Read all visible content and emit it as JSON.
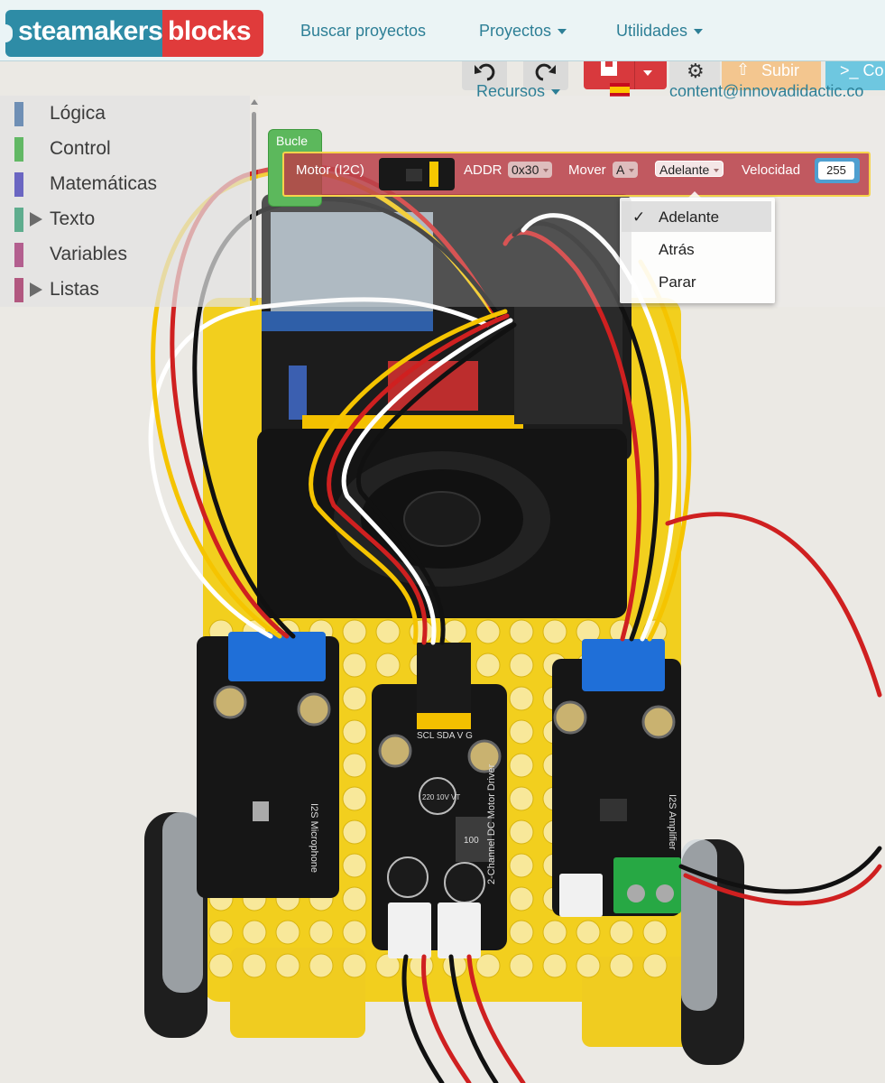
{
  "brand": {
    "logo_left": "steamakers",
    "logo_right": "blocks"
  },
  "nav": {
    "search": "Buscar proyectos",
    "projects": "Proyectos",
    "utilities": "Utilidades"
  },
  "toolbar": {
    "resources": "Recursos",
    "upload": "Subir",
    "console": ">_ Co",
    "email": "content@innovadidactic.co"
  },
  "categories": [
    {
      "label": "Lógica",
      "color": "#6f8fb5",
      "expandable": false
    },
    {
      "label": "Control",
      "color": "#62b865",
      "expandable": false
    },
    {
      "label": "Matemáticas",
      "color": "#6b66c2",
      "expandable": false
    },
    {
      "label": "Texto",
      "color": "#5fad8e",
      "expandable": true
    },
    {
      "label": "Variables",
      "color": "#b35f8f",
      "expandable": false
    },
    {
      "label": "Listas",
      "color": "#b25880",
      "expandable": true
    }
  ],
  "blocks": {
    "loop_label": "Bucle",
    "motor_label": "Motor (I2C)",
    "addr_label": "ADDR",
    "addr_value": "0x30",
    "move_label": "Mover",
    "motor_value": "A",
    "direction_value": "Adelante",
    "speed_label": "Velocidad",
    "speed_value": "255"
  },
  "dropdown": {
    "items": [
      {
        "label": "Adelante",
        "check": "✓"
      },
      {
        "label": "Atrás",
        "check": ""
      },
      {
        "label": "Parar",
        "check": ""
      }
    ]
  },
  "photo": {
    "module_left": "I2S Microphone",
    "module_center": "2-Channel DC Motor Driver",
    "module_right": "I2S Amplifier",
    "center_pins": "SCL SDA V G",
    "cap_label": "220 10V VT",
    "inductor_label": "100"
  },
  "colors": {
    "brand_blue": "#2e8ca6",
    "brand_red": "#e03b3b",
    "link": "#2d7f96",
    "save": "#d8393d",
    "motor_block": "#ba3f48",
    "loop_block": "#5cb85c",
    "selected_outline": "#f7d44a"
  }
}
